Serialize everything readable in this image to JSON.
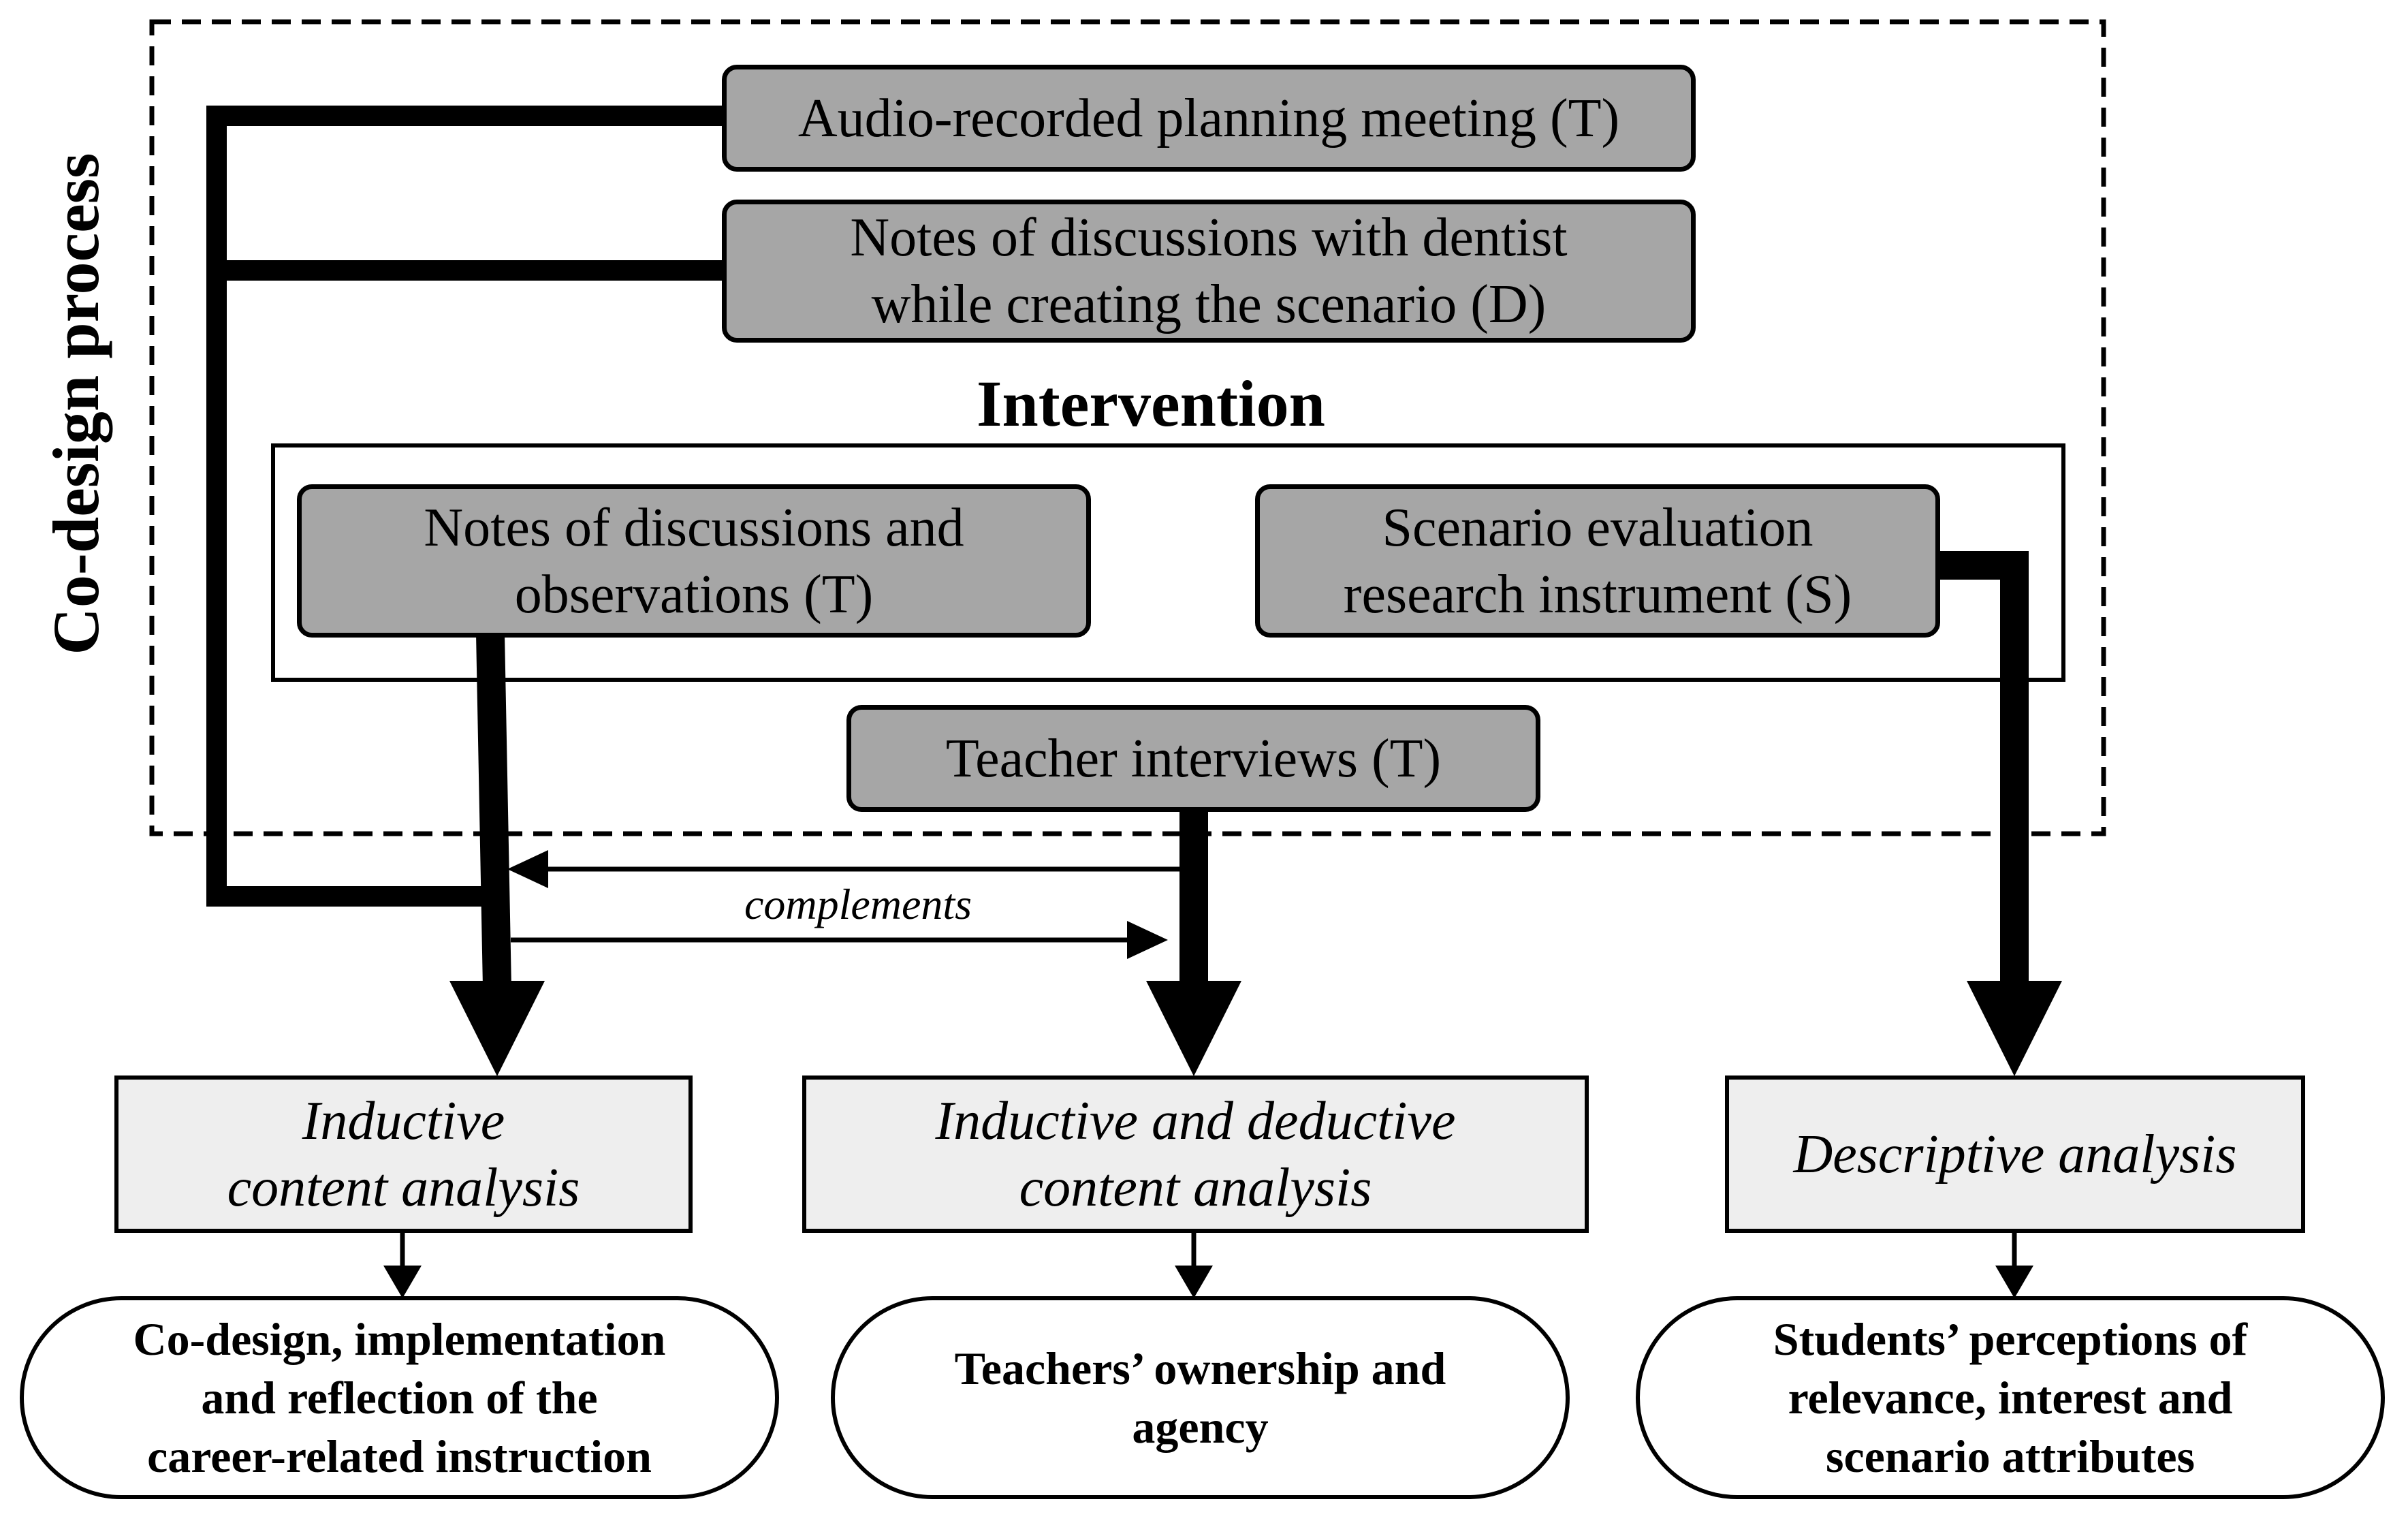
{
  "side_title": "Co-design process",
  "intervention_title": "Intervention",
  "sources": {
    "audio": [
      "Audio-recorded planning meeting (T)"
    ],
    "dentist_notes": [
      "Notes of discussions with dentist",
      "while creating the scenario (D)"
    ],
    "discussion_notes": [
      "Notes of discussions and",
      "observations (T)"
    ],
    "scenario_eval": [
      "Scenario evaluation",
      "research instrument (S)"
    ],
    "teacher_interviews": [
      "Teacher interviews (T)"
    ]
  },
  "complements_label": "complements",
  "methods": {
    "inductive": [
      "Inductive",
      "content analysis"
    ],
    "ind_ded": [
      "Inductive and deductive",
      "content analysis"
    ],
    "descriptive": [
      "Descriptive analysis"
    ]
  },
  "outcomes": {
    "codesign": [
      "Co-design, implementation",
      "and reflection of the",
      "career-related instruction"
    ],
    "ownership": [
      "Teachers’ ownership and",
      "agency"
    ],
    "perceptions": [
      "Students’ perceptions of",
      "relevance, interest and",
      "scenario attributes"
    ]
  },
  "colors": {
    "source_fill": "#a6a6a6",
    "method_fill": "#eeeeee",
    "outcome_fill": "#ffffff",
    "stroke": "#000000"
  }
}
